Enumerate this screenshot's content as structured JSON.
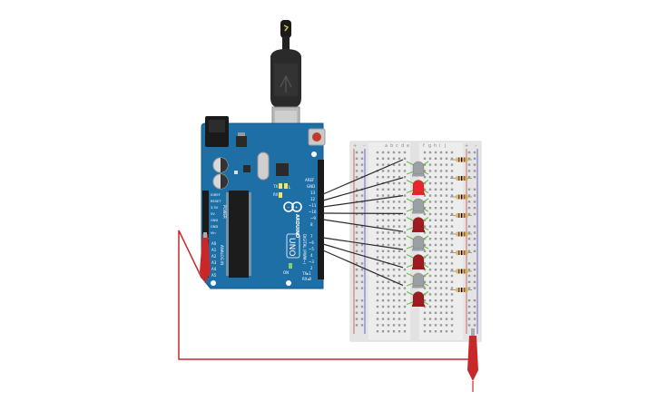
{
  "arduino": {
    "logo_text": "ARDUINO",
    "model": "UNO",
    "digital_label": "DIGITAL (PWM~)",
    "power_label": "POWER",
    "analog_label": "ANALOG IN",
    "tx_label": "TX",
    "rx_label": "RX",
    "l_label": "L",
    "on_label": "ON",
    "pin_aref": "AREF",
    "pin_gnd": "GND",
    "pin_13": "13",
    "pin_12": "12",
    "pin_11": "~11",
    "pin_10": "~10",
    "pin_9": "~9",
    "pin_8": "8",
    "pin_7": "7",
    "pin_6": "~6",
    "pin_5": "~5",
    "pin_4": "4",
    "pin_3": "~3",
    "pin_2": "2",
    "pin_1": "TX▸1",
    "pin_0": "RX◂0",
    "pwr_ioref": "IOREF",
    "pwr_reset": "RESET",
    "pwr_3v3": "3.3V",
    "pwr_5v": "5V",
    "pwr_gnd1": "GND",
    "pwr_gnd2": "GND",
    "pwr_vin": "Vin",
    "an_a0": "A0",
    "an_a1": "A1",
    "an_a2": "A2",
    "an_a3": "A3",
    "an_a4": "A4",
    "an_a5": "A5"
  },
  "breadboard": {
    "plus": "+",
    "minus": "–",
    "col_a": "a",
    "col_b": "b",
    "col_c": "c",
    "col_d": "d",
    "col_e": "e",
    "col_f": "f",
    "col_g": "g",
    "col_h": "h",
    "col_i": "i",
    "col_j": "j"
  },
  "leds": {
    "count": 8,
    "states": [
      "off",
      "on",
      "off",
      "dim",
      "off",
      "dim",
      "off",
      "dim"
    ]
  },
  "colors": {
    "pcb": "#1e6fa6",
    "pcb_dark": "#155a88",
    "wire_data": "#2b2b2b",
    "wire_ground": "#c8282a",
    "led_on": "#e8262b",
    "led_dim": "#9e1b1f",
    "led_off": "#9aa0a3",
    "led_leg": "#6ac04a",
    "breadboard": "#ededed"
  }
}
